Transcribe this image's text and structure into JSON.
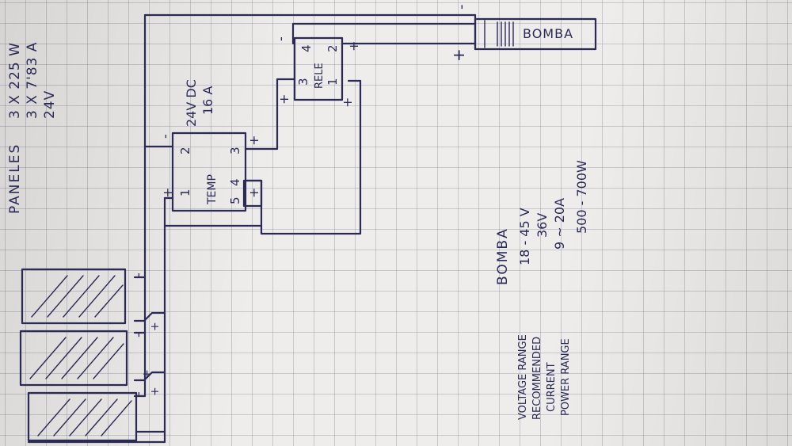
{
  "paneles": {
    "heading": "PANELES",
    "spec_1": "3 X 225 W",
    "spec_2": "3 X 7'83 A",
    "spec_3": "24V"
  },
  "temp_block": {
    "rating_1": "24V DC",
    "rating_2": "16 A",
    "label": "TEMP",
    "pins": [
      "1",
      "2",
      "3",
      "4",
      "5"
    ],
    "minus": "-",
    "plus_left": "+",
    "plus_right": "+",
    "plus_bottom": "+"
  },
  "rele_block": {
    "label": "RELE",
    "pins": [
      "1",
      "2",
      "3",
      "4"
    ],
    "minus": "-",
    "plus_left": "+",
    "plus_right": "+",
    "plus_bottom": "+"
  },
  "bomba_box": {
    "label": "BOMBA",
    "minus": "-",
    "plus": "+"
  },
  "panel_signs": {
    "p1_minus": "-",
    "p1_plus": "+",
    "p2_minus": "-",
    "p2_plus": "+",
    "p3_minus": "-",
    "p3_plus": "+"
  },
  "bomba_specs": {
    "title": "BOMBA",
    "rows": [
      {
        "label": "VOLTAGE RANGE",
        "value": "18 - 45 V"
      },
      {
        "label": "RECOMMENDED",
        "value": "36V"
      },
      {
        "label": "CURRENT",
        "value": "9 ~ 20A"
      },
      {
        "label": "POWER RANGE",
        "value": "500 - 700W"
      }
    ]
  },
  "colors": {
    "ink": "#2b2a55",
    "paper": "#efedeb",
    "grid": "#8a92a6"
  }
}
